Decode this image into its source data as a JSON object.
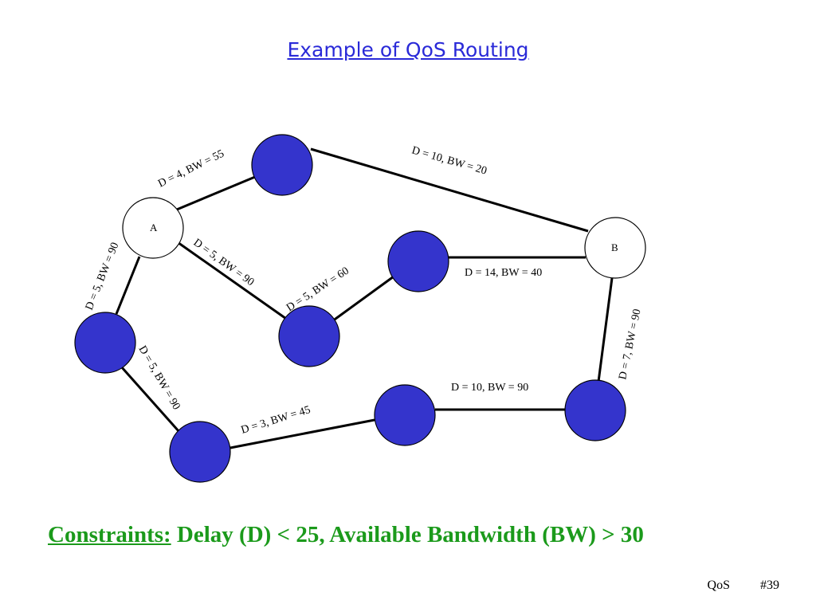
{
  "title": "Example of QoS Routing",
  "nodes": {
    "A": "A",
    "B": "B"
  },
  "edges": [
    "D = 4, BW = 55",
    "D = 10, BW = 20",
    "D = 5, BW = 90",
    "D = 5, BW = 90",
    "D = 5, BW = 60",
    "D = 14, BW = 40",
    "D = 7, BW = 90",
    "D = 5, BW = 90",
    "D = 3, BW = 45",
    "D = 10, BW = 90"
  ],
  "constraints": {
    "label": "Constraints:",
    "text": " Delay (D) < 25, Available Bandwidth (BW) > 30"
  },
  "footer": {
    "section": "QoS",
    "slide_number": "#39"
  },
  "colors": {
    "title": "#2a2ad8",
    "node_fill": "#3434cc",
    "constraints": "#1b9a1b"
  }
}
